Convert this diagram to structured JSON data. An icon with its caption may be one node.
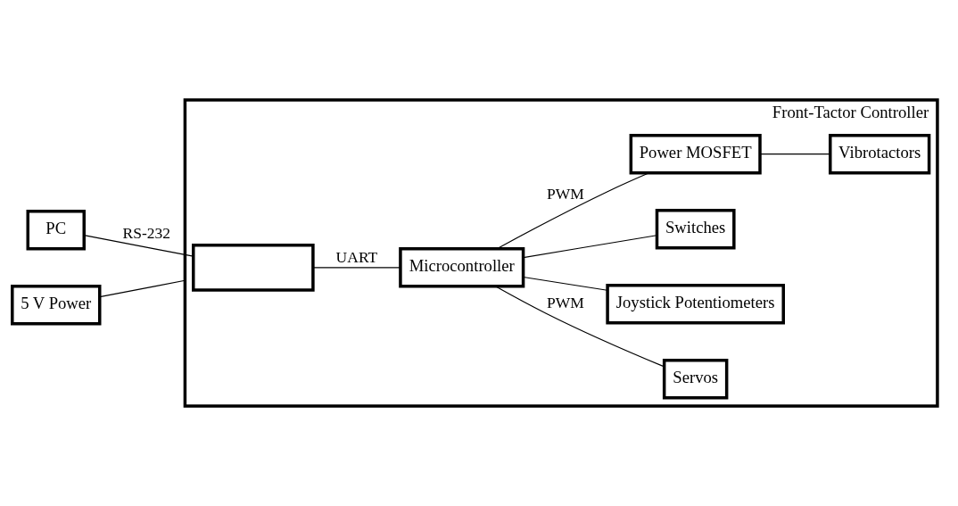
{
  "diagram": {
    "nodes": [
      {
        "text": [
          "Front-Tactor Controller"
        ]
      },
      {
        "text": [
          "PC"
        ]
      },
      {
        "text": [],
        "shape": "box",
        "in": 0
      },
      {
        "text": [
          "Servos"
        ],
        "in": 0
      },
      {
        "text": [
          "5 V Power"
        ]
      },
      {
        "text": [
          "Joystick Potentiometers"
        ],
        "in": 0
      },
      {
        "text": [
          "Microcontroller"
        ],
        "in": 0
      },
      {
        "text": [
          "Switches"
        ],
        "in": 0
      },
      {
        "text": [
          "Power MOSFET"
        ],
        "in": 0
      },
      {
        "text": [
          "Vibrotactors"
        ],
        "in": 0
      }
    ],
    "edges": [
      {
        "from": 1,
        "to": 2,
        "arrow": "none",
        "label": "RS-232"
      },
      {
        "from": 4,
        "to": 0,
        "arrow": "none"
      },
      {
        "from": 2,
        "to": 6,
        "arrow": "none",
        "label": "UART"
      },
      {
        "from": 6,
        "to": 3,
        "arrow": "none",
        "label": "PWM"
      },
      {
        "from": 6,
        "to": 5,
        "arrow": "none"
      },
      {
        "from": 6,
        "to": 7,
        "arrow": "none"
      },
      {
        "from": 6,
        "to": 8,
        "arrow": "none",
        "label": "PWM"
      },
      {
        "from": 8,
        "to": 9,
        "arrow": "none"
      }
    ]
  }
}
